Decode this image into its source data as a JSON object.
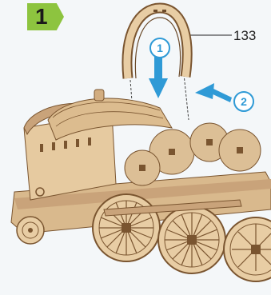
{
  "step": {
    "number": "1"
  },
  "callouts": [
    {
      "label": "1"
    },
    {
      "label": "2"
    }
  ],
  "part": {
    "number": "133"
  },
  "colors": {
    "background": "#f4f7f9",
    "badge": "#8dc43f",
    "arrow": "#2f9ad6",
    "wood": "#e8cda4",
    "wood_dark": "#7a5530"
  }
}
